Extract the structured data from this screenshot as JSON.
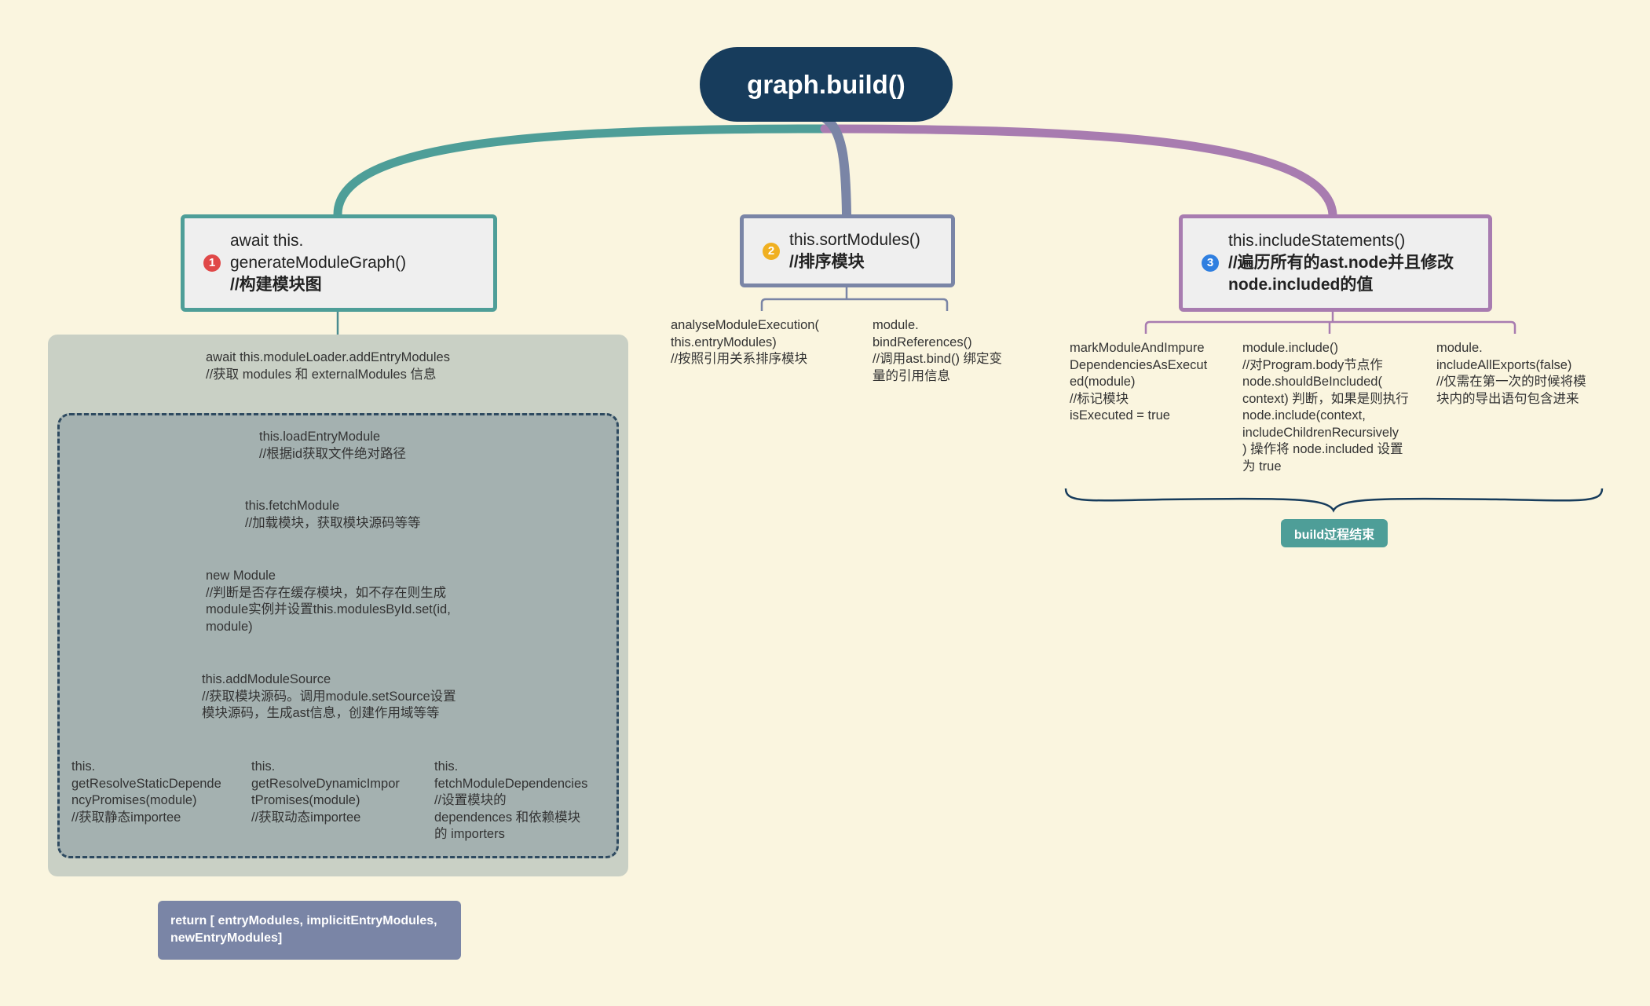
{
  "root": {
    "label": "graph.build()"
  },
  "branches": [
    {
      "badge": "1",
      "badge_color": "#e04848",
      "line1": "await this.",
      "line2": "generateModuleGraph()",
      "line3": "//构建模块图",
      "border_color": "#4e9e98"
    },
    {
      "badge": "2",
      "badge_color": "#f0b021",
      "line1": "this.sortModules()",
      "line2": "//排序模块",
      "border_color": "#7a85a6"
    },
    {
      "badge": "3",
      "badge_color": "#2f7fe0",
      "line1": "this.includeStatements()",
      "line2": "//遍历所有的ast.node并且修改",
      "line3": "node.included的值",
      "border_color": "#a87cb0"
    }
  ],
  "generate_steps": {
    "add_entry": "await this.moduleLoader.addEntryModules\n//获取 modules 和 externalModules 信息",
    "load_entry": "this.loadEntryModule\n//根据id获取文件绝对路径",
    "fetch_module": "this.fetchModule\n//加载模块，获取模块源码等等",
    "new_module": "new Module\n//判断是否存在缓存模块，如不存在则生成\nmodule实例并设置this.modulesById.set(id,\nmodule)",
    "add_source": "this.addModuleSource\n//获取模块源码。调用module.setSource设置\n模块源码，生成ast信息，创建作用域等等",
    "static_deps": "this.\ngetResolveStaticDepende\nncyPromises(module)\n//获取静态importee",
    "dynamic_deps": "this.\ngetResolveDynamicImpor\ntPromises(module)\n//获取动态importee",
    "fetch_deps": "this.\nfetchModuleDependencies\n//设置模块的\ndependences 和依赖模块\n的 importers",
    "return_value": "return [ entryModules, implicitEntryModules,\nnewEntryModules]"
  },
  "sort_steps": {
    "analyse": "analyseModuleExecution(\nthis.entryModules)\n//按照引用关系排序模块",
    "bind": "module.\nbindReferences()\n//调用ast.bind() 绑定变\n量的引用信息"
  },
  "include_steps": {
    "mark": "markModuleAndImpure\nDependenciesAsExecut\ned(module)\n//标记模块\nisExecuted = true",
    "include": "module.include()\n//对Program.body节点作\nnode.shouldBeIncluded(\ncontext) 判断，如果是则执行\nnode.include(context,\nincludeChildrenRecursively\n) 操作将 node.included 设置\n为 true",
    "all_exports": "module.\nincludeAllExports(false)\n//仅需在第一次的时候将模\n块内的导出语句包含进来",
    "summary_tag": "build过程结束"
  }
}
